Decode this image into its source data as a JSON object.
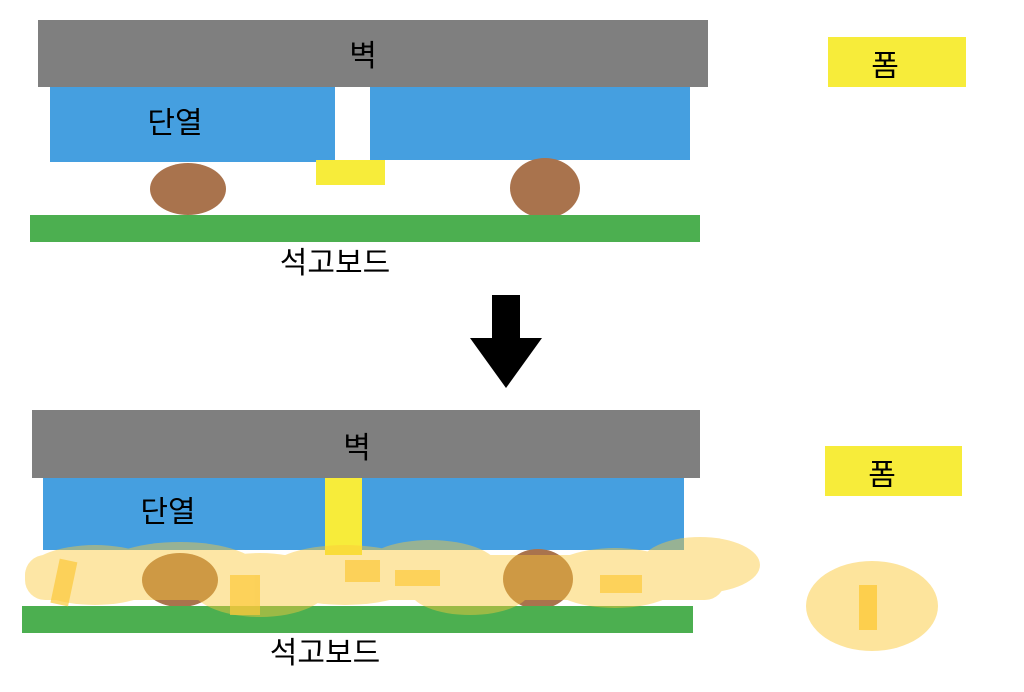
{
  "colors": {
    "wall": "#7f7f7f",
    "insulation": "#459fe0",
    "foam": "#f7ec3a",
    "foam_spread": "#fcc93a",
    "adhesive": "#a9734d",
    "gypsum": "#4caf50",
    "arrow": "#000000"
  },
  "before": {
    "wall_label": "벽",
    "insulation_label": "단열",
    "gypsum_label": "석고보드"
  },
  "after": {
    "wall_label": "벽",
    "insulation_label": "단열",
    "gypsum_label": "석고보드"
  },
  "legend": {
    "top_label": "폼",
    "bottom_label": "폼"
  },
  "arrow_icon": "arrow-down-icon"
}
